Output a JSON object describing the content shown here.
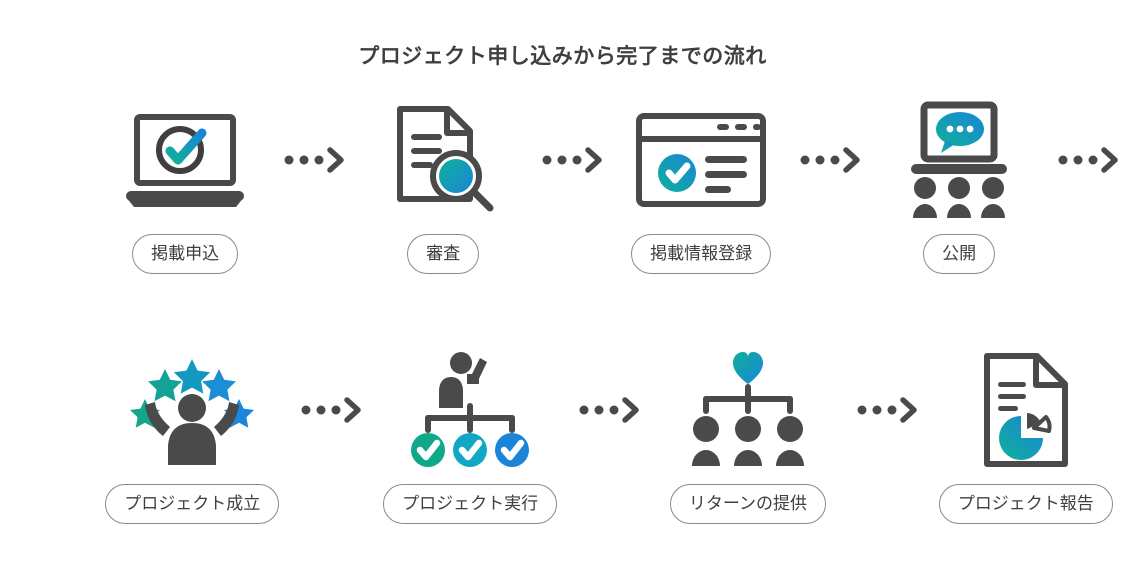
{
  "page": {
    "title": "プロジェクト申し込みから完了までの流れ",
    "background_color": "#ffffff",
    "text_color": "#3f3f3f",
    "icon_gray": "#4a4a4a",
    "accent_teal": "#0fa98a",
    "accent_cyan": "#11a8c4",
    "accent_blue": "#1a85d8"
  },
  "flow": {
    "rows": [
      {
        "steps": [
          {
            "label": "掲載申込",
            "icon": "laptop-check-icon"
          },
          {
            "label": "審査",
            "icon": "document-magnifier-icon"
          },
          {
            "label": "掲載情報登録",
            "icon": "browser-window-check-icon"
          },
          {
            "label": "公開",
            "icon": "laptop-speech-audience-icon"
          }
        ],
        "arrows": [
          "arrow-dots-chevron",
          "arrow-dots-chevron",
          "arrow-dots-chevron",
          "arrow-dots-chevron"
        ]
      },
      {
        "steps": [
          {
            "label": "プロジェクト成立",
            "icon": "cheering-person-stars-icon"
          },
          {
            "label": "プロジェクト実行",
            "icon": "person-raised-arm-checks-icon"
          },
          {
            "label": "リターンの提供",
            "icon": "heart-people-icon"
          },
          {
            "label": "プロジェクト報告",
            "icon": "document-pie-chart-icon"
          }
        ],
        "arrows": [
          "arrow-dots-chevron",
          "arrow-dots-chevron",
          "arrow-dots-chevron"
        ]
      }
    ]
  }
}
